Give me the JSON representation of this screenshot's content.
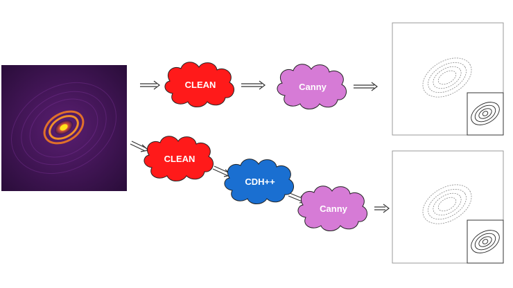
{
  "nodes": {
    "clean_top": {
      "label": "CLEAN",
      "color": "#ff1a1a"
    },
    "canny_top": {
      "label": "Canny",
      "color": "#d67bd6"
    },
    "clean_bottom": {
      "label": "CLEAN",
      "color": "#ff1a1a"
    },
    "cdh": {
      "label": "CDH++",
      "color": "#1a6fd1"
    },
    "canny_bottom": {
      "label": "Canny",
      "color": "#d67bd6"
    }
  },
  "input_image": {
    "description_colors": [
      "#2a0f3a",
      "#6b2a8a",
      "#e0702a",
      "#ffd21a"
    ]
  },
  "outputs": [
    {
      "name": "edge-map-top"
    },
    {
      "name": "edge-map-bottom"
    }
  ]
}
